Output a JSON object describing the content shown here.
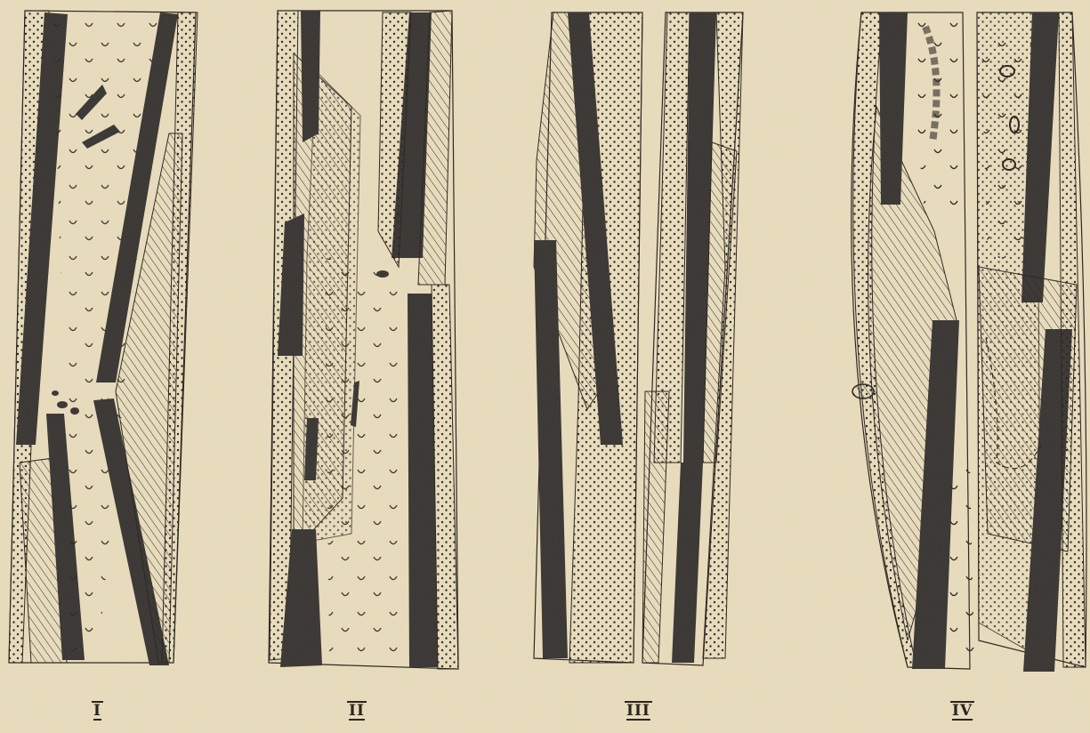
{
  "figures": [
    {
      "id": "I",
      "label": "I"
    },
    {
      "id": "II",
      "label": "II"
    },
    {
      "id": "III",
      "label": "III"
    },
    {
      "id": "IV",
      "label": "IV"
    }
  ],
  "colors": {
    "paper": "#e8dcbc",
    "ink": "#2a2520",
    "cortex": "#3a3633"
  },
  "patterns": [
    "dotted-periosteum",
    "hatched-callus",
    "solid-cortex",
    "cup-marks-marrow"
  ]
}
